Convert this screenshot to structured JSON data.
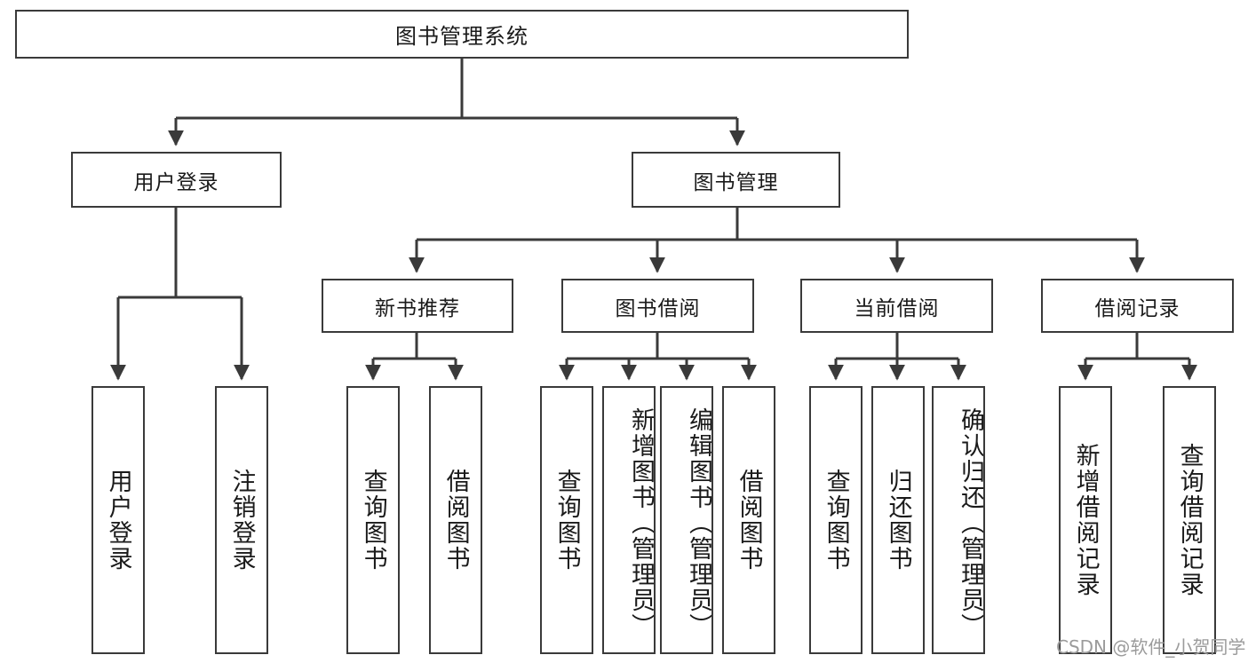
{
  "diagram": {
    "title": "图书管理系统",
    "watermark": "CSDN @软件_小贺同学",
    "colors": {
      "stroke": "#3a3a3a",
      "fill": "#ffffff",
      "text": "#1a1a1a",
      "watermark": "#9b9b9b"
    },
    "root": {
      "label": "图书管理系统"
    },
    "level2": [
      {
        "label": "用户登录"
      },
      {
        "label": "图书管理"
      }
    ],
    "level3": [
      {
        "label": "新书推荐"
      },
      {
        "label": "图书借阅"
      },
      {
        "label": "当前借阅"
      },
      {
        "label": "借阅记录"
      }
    ],
    "leaves": {
      "user_login": [
        {
          "label": "用户登录"
        },
        {
          "label": "注销登录"
        }
      ],
      "new_book": [
        {
          "label": "查询图书"
        },
        {
          "label": "借阅图书"
        }
      ],
      "borrow_book": [
        {
          "label": "查询图书"
        },
        {
          "label": "新增图书（管理员）"
        },
        {
          "label": "编辑图书（管理员）"
        },
        {
          "label": "借阅图书"
        }
      ],
      "current_borrow": [
        {
          "label": "查询图书"
        },
        {
          "label": "归还图书"
        },
        {
          "label": "确认归还（管理员）"
        }
      ],
      "borrow_record": [
        {
          "label": "新增借阅记录"
        },
        {
          "label": "查询借阅记录"
        }
      ]
    }
  }
}
